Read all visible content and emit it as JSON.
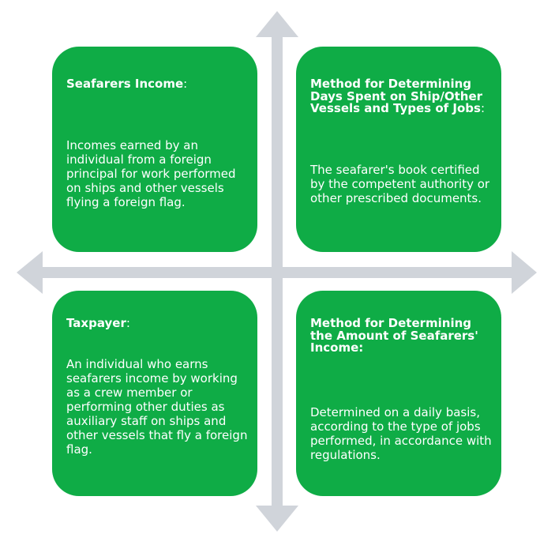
{
  "colors": {
    "card_fill": "#0fac46",
    "arrow_fill": "#d0d4da",
    "text": "#ffffff"
  },
  "quadrants": {
    "top_left": {
      "title": "Seafarers Income",
      "colon": ":",
      "body": "Incomes earned by an individual from a foreign principal for work performed on ships and other vessels flying a foreign flag."
    },
    "top_right": {
      "title": "Method for Determining Days Spent on Ship/Other Vessels and Types of Jobs",
      "colon": ":",
      "body": "The seafarer's book certified by the competent authority or other prescribed documents."
    },
    "bottom_left": {
      "title": "Taxpayer",
      "colon": ":",
      "body": "An individual who earns seafarers income by working as a crew member or performing other duties as auxiliary staff on ships and other vessels that fly a foreign flag."
    },
    "bottom_right": {
      "title": "Method for Determining the Amount of Seafarers' Income:",
      "colon": "",
      "body": "Determined on a daily basis, according to the type of jobs performed, in accordance with regulations."
    }
  }
}
